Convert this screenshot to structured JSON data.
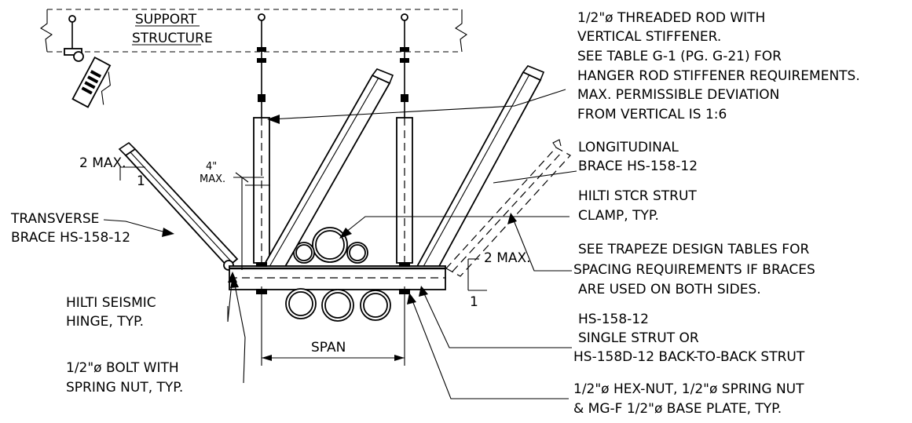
{
  "labels": {
    "support_structure_line1": "SUPPORT",
    "support_structure_line2": "STRUCTURE",
    "rod_note_1": "1/2\"ø THREADED ROD WITH",
    "rod_note_2": "VERTICAL STIFFENER.",
    "rod_note_3": "SEE TABLE G-1 (PG. G-21) FOR",
    "rod_note_4": "HANGER ROD STIFFENER REQUIREMENTS.",
    "rod_note_5": "MAX. PERMISSIBLE DEVIATION",
    "rod_note_6": "FROM VERTICAL IS 1:6",
    "long_brace_1": "LONGITUDINAL",
    "long_brace_2": "BRACE HS-158-12",
    "clamp_1": "HILTI STCR STRUT",
    "clamp_2": "CLAMP, TYP.",
    "spacing_1": "SEE TRAPEZE DESIGN TABLES FOR",
    "spacing_2": "SPACING REQUIREMENTS IF BRACES",
    "spacing_3": "ARE USED ON BOTH SIDES.",
    "strut_1": "HS-158-12",
    "strut_2": "SINGLE STRUT OR",
    "strut_3": "HS-158D-12 BACK-TO-BACK STRUT",
    "hexnut_1": "1/2\"ø HEX-NUT, 1/2\"ø SPRING NUT",
    "hexnut_2": "& MG-F 1/2\"ø BASE PLATE, TYP.",
    "transverse_1": "TRANSVERSE",
    "transverse_2": "BRACE HS-158-12",
    "hinge_1": "HILTI SEISMIC",
    "hinge_2": "HINGE, TYP.",
    "bolt_1": "1/2\"ø BOLT WITH",
    "bolt_2": "SPRING NUT, TYP.",
    "span": "SPAN",
    "slope_left_max": "2 MAX.",
    "slope_left_one": "1",
    "slope_right_max": "2 MAX.",
    "slope_right_one": "1",
    "dim_4_inch": "4\"",
    "dim_max": "MAX."
  }
}
